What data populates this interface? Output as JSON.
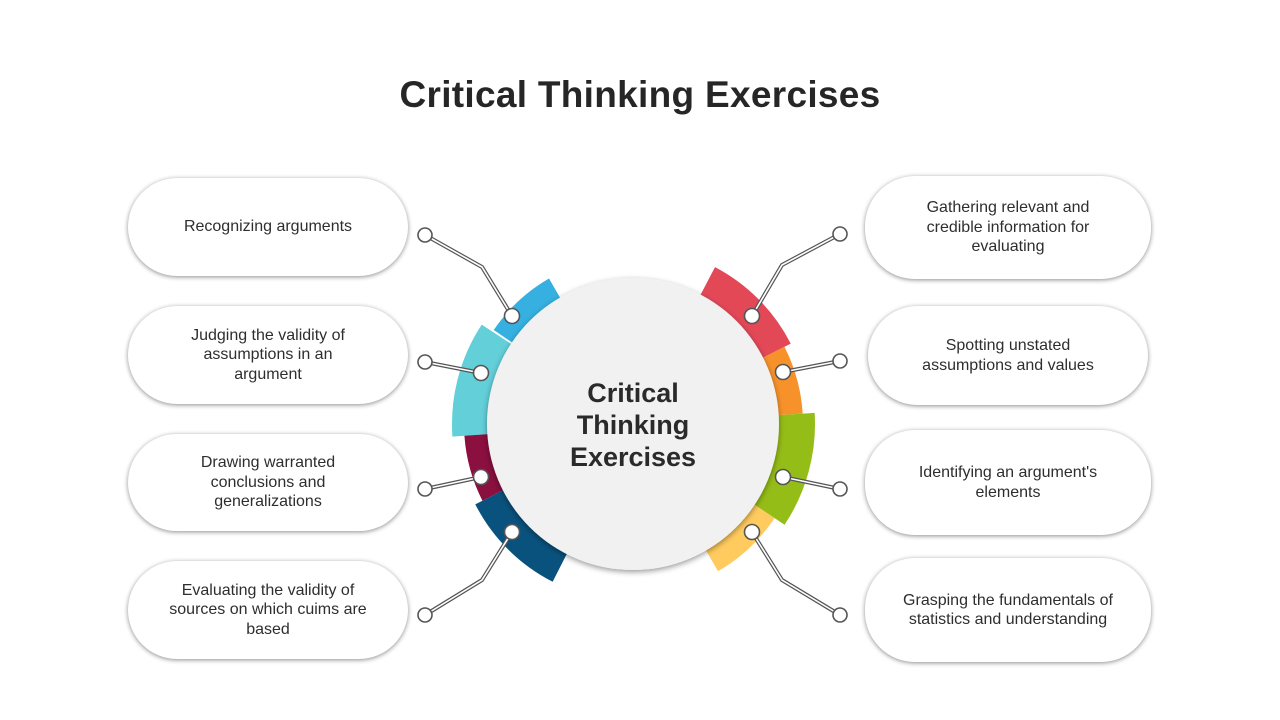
{
  "title": "Critical Thinking Exercises",
  "center_label": "Critical Thinking Exercises",
  "left_items": [
    {
      "label": "Recognizing arguments",
      "color": "#35B0E0"
    },
    {
      "label": "Judging the validity of assumptions in an argument",
      "color": "#63CFD9"
    },
    {
      "label": "Drawing warranted conclusions and generalizations",
      "color": "#8B0F3F"
    },
    {
      "label": "Evaluating the validity of sources on which cuims are based",
      "color": "#0A527E"
    }
  ],
  "right_items": [
    {
      "label": "Gathering relevant and credible information for evaluating",
      "color": "#E34857"
    },
    {
      "label": "Spotting unstated assumptions and values",
      "color": "#F7922B"
    },
    {
      "label": "Identifying an argument's elements",
      "color": "#95BD17"
    },
    {
      "label": "Grasping the fundamentals of statistics and understanding",
      "color": "#FFCB5E"
    }
  ]
}
